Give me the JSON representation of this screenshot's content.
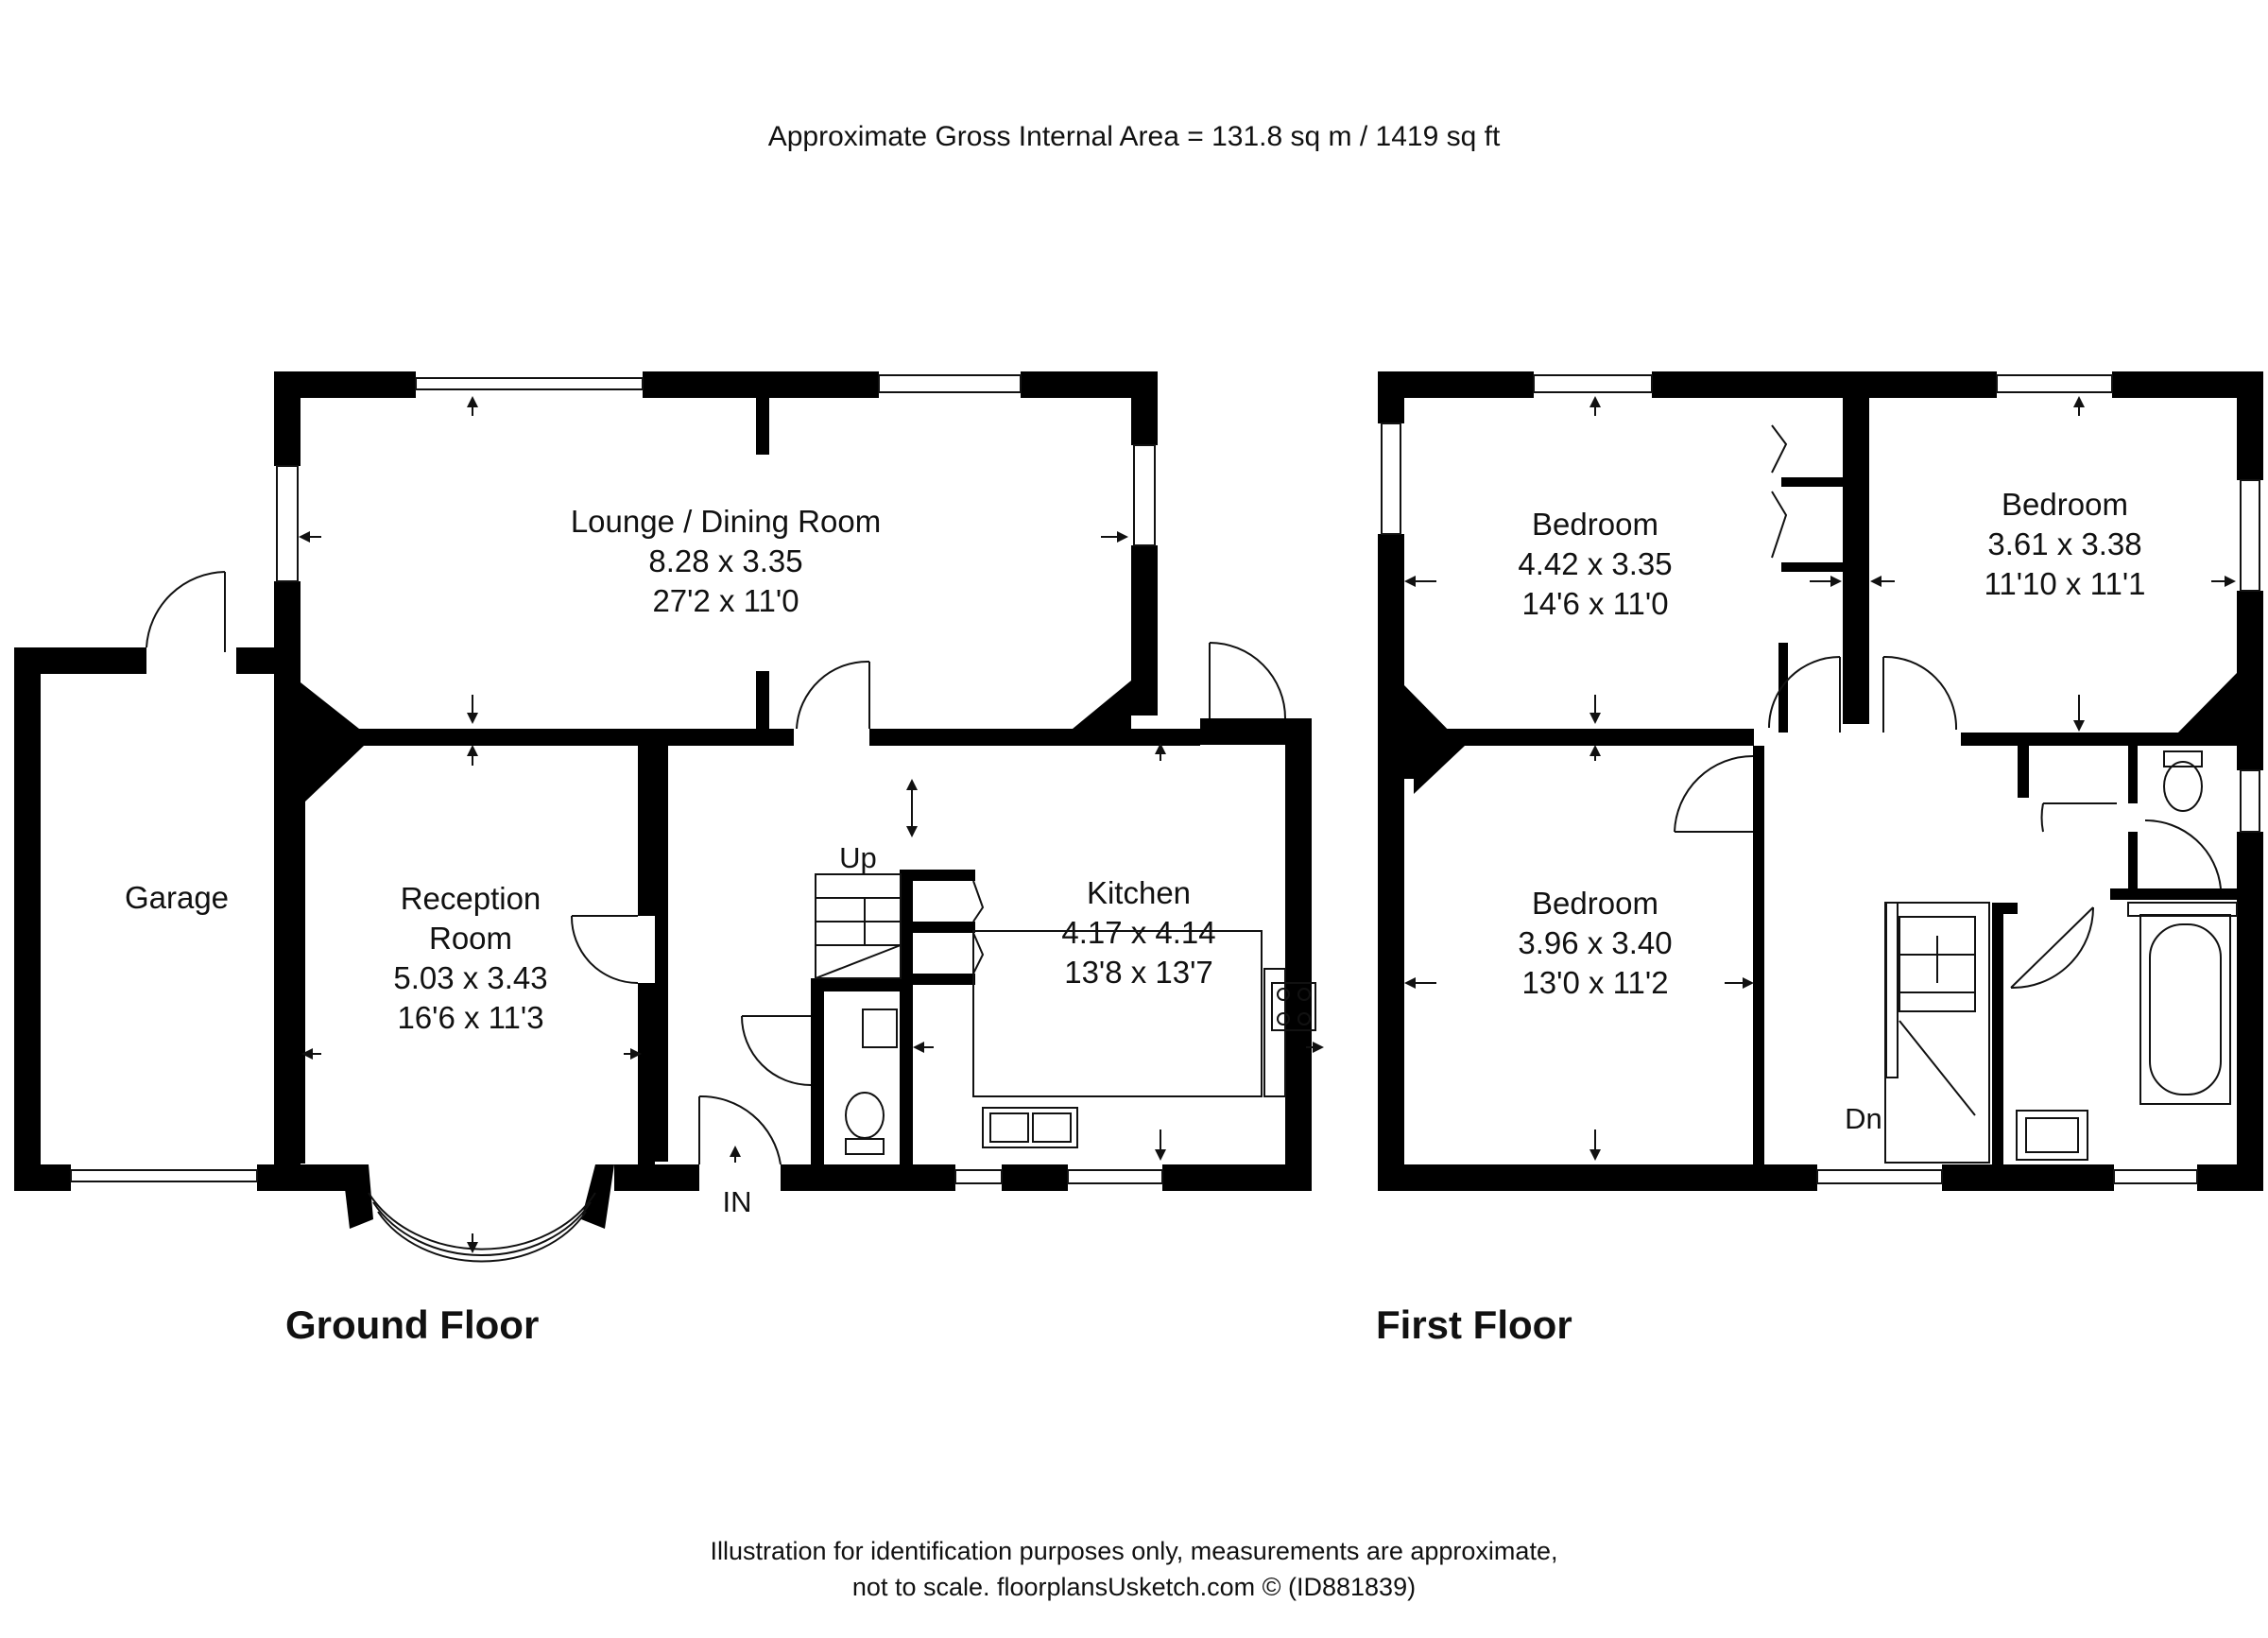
{
  "header": {
    "area_text": "Approximate Gross Internal Area = 131.8 sq m / 1419 sq ft"
  },
  "floors": {
    "ground": {
      "label": "Ground Floor",
      "rooms": {
        "lounge": {
          "name": "Lounge / Dining Room",
          "metric": "8.28 x 3.35",
          "imperial": "27'2 x 11'0"
        },
        "garage": {
          "name": "Garage"
        },
        "reception": {
          "name_line1": "Reception",
          "name_line2": "Room",
          "metric": "5.03 x 3.43",
          "imperial": "16'6 x 11'3"
        },
        "kitchen": {
          "name": "Kitchen",
          "metric": "4.17 x 4.14",
          "imperial": "13'8 x 13'7"
        }
      },
      "markers": {
        "stairs_up": "Up",
        "entrance": "IN"
      }
    },
    "first": {
      "label": "First Floor",
      "rooms": {
        "bedroom1": {
          "name": "Bedroom",
          "metric": "4.42 x 3.35",
          "imperial": "14'6 x 11'0"
        },
        "bedroom2": {
          "name": "Bedroom",
          "metric": "3.61 x 3.38",
          "imperial": "11'10 x 11'1"
        },
        "bedroom3": {
          "name": "Bedroom",
          "metric": "3.96 x 3.40",
          "imperial": "13'0 x 11'2"
        }
      },
      "markers": {
        "stairs_down": "Dn"
      }
    }
  },
  "footer": {
    "line1": "Illustration for identification purposes only, measurements are approximate,",
    "line2": "not to scale. floorplansUsketch.com © (ID881839)"
  },
  "colors": {
    "wall": "#000000",
    "background": "#ffffff",
    "text": "#111111"
  }
}
